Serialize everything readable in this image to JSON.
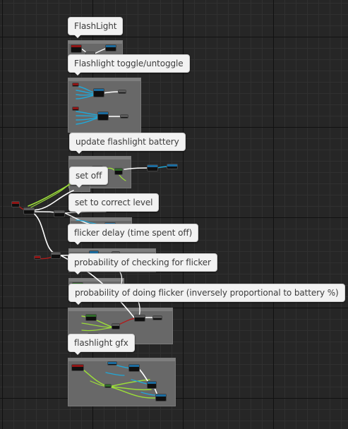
{
  "editor": {
    "comments": [
      "FlashLight",
      "Flashlight toggle/untoggle",
      "update flashlight battery",
      "set off",
      "set to correct level",
      "flicker delay (time spent off)",
      "probability of checking for flicker",
      "probability of doing flicker (inversely proportional to battery %)",
      "flashlight gfx"
    ]
  },
  "colors": {
    "exec_wire": "#ffffff",
    "float_wire": "#9bdc3a",
    "object_wire": "#1fa8d9",
    "bool_wire": "#b01c1c",
    "comment_box": "#686868",
    "node_red": "#8f1414",
    "node_blue": "#1b6b9e",
    "node_green": "#2f6b2a"
  }
}
